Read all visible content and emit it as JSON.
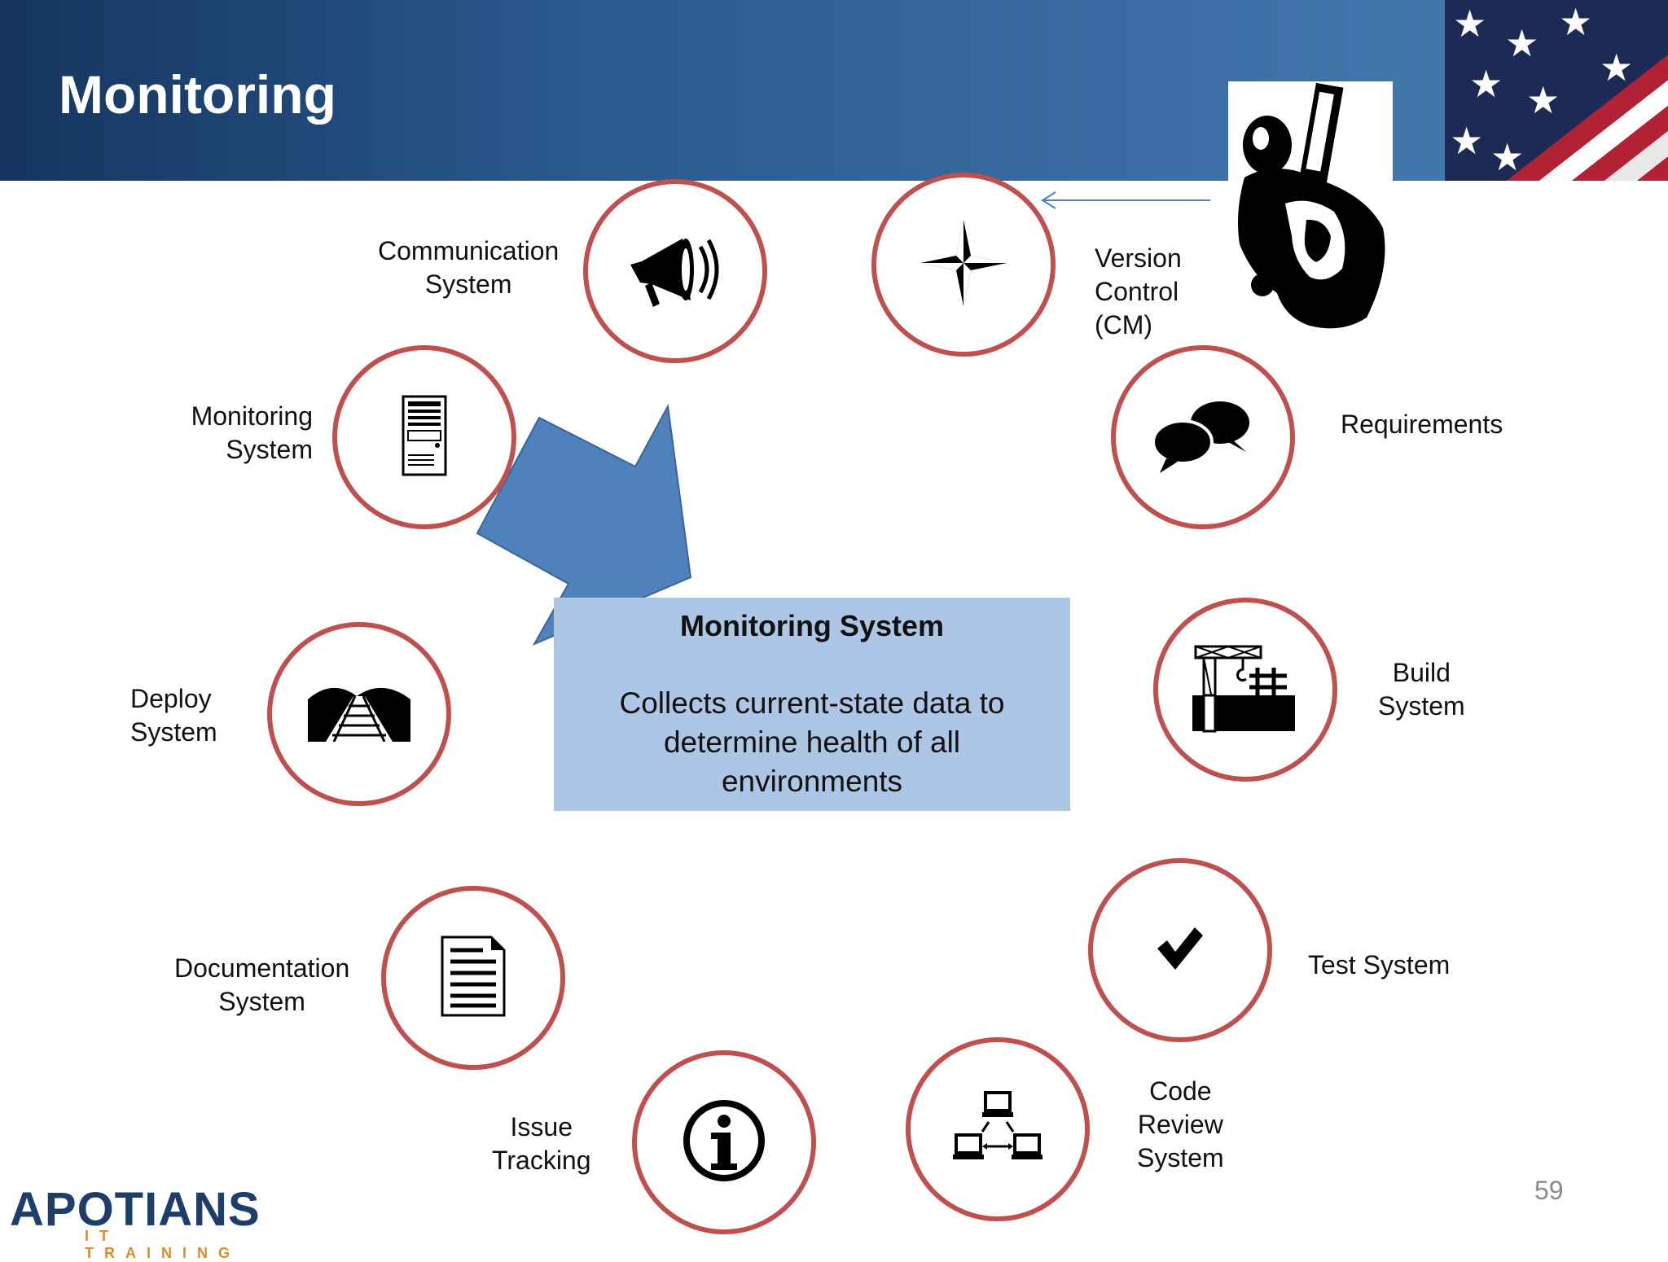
{
  "slide": {
    "title": "Monitoring",
    "page_number": "59"
  },
  "nodes": {
    "communication": {
      "label_line1": "Communication",
      "label_line2": "System",
      "icon": "megaphone-icon"
    },
    "version_control": {
      "label_line1": "Version",
      "label_line2": "Control",
      "label_line3": "(CM)",
      "icon": "compass-star-icon"
    },
    "monitoring": {
      "label_line1": "Monitoring",
      "label_line2": "System",
      "icon": "server-tower-icon"
    },
    "requirements": {
      "label": "Requirements",
      "icon": "speech-bubbles-icon"
    },
    "deploy": {
      "label_line1": "Deploy",
      "label_line2": "System",
      "icon": "railroad-track-icon"
    },
    "build": {
      "label_line1": "Build",
      "label_line2": "System",
      "icon": "construction-crane-icon"
    },
    "documentation": {
      "label_line1": "Documentation",
      "label_line2": "System",
      "icon": "document-icon"
    },
    "test": {
      "label": "Test System",
      "icon": "checkmark-icon"
    },
    "issue_tracking": {
      "label_line1": "Issue",
      "label_line2": "Tracking",
      "icon": "info-icon"
    },
    "code_review": {
      "label_line1": "Code",
      "label_line2": "Review",
      "label_line3": "System",
      "icon": "network-computers-icon"
    }
  },
  "callout": {
    "title": "Monitoring System",
    "text": "Collects current-state data to determine health of all environments"
  },
  "logo": {
    "main": "APOTIANS",
    "sub": "IT TRAINING"
  },
  "colors": {
    "ring": "#c0504d",
    "arrow": "#4f81bd",
    "callout_bg": "#adc6e5",
    "header": "#2a5a8e"
  }
}
